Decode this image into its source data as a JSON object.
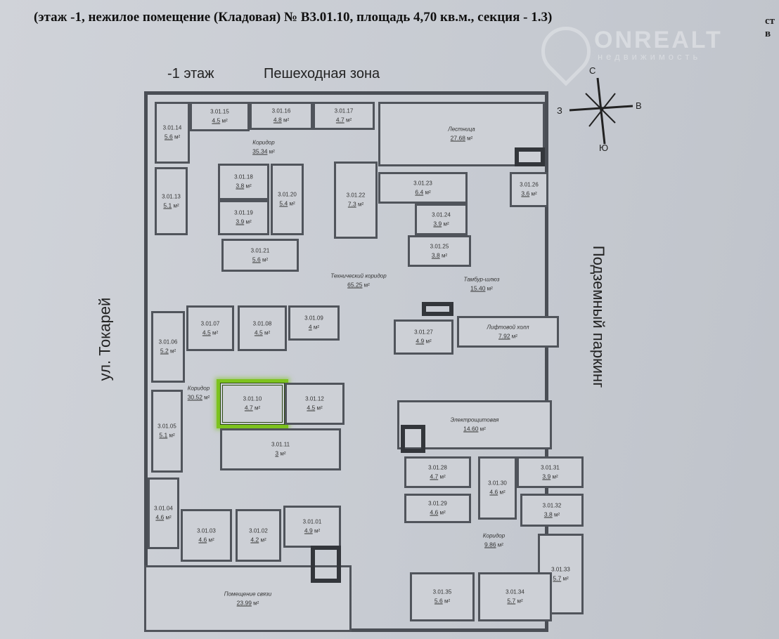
{
  "header": {
    "title": "(этаж -1, нежилое помещение (Кладовая) № В3.01.10, площадь 4,70 кв.м., секция - 1.3)",
    "edge_text": [
      "ст",
      "в"
    ]
  },
  "watermark": {
    "brand": "ONREALT",
    "sub": "недвижимость"
  },
  "labels": {
    "floor": "-1 этаж",
    "north_zone": "Пешеходная зона",
    "west_street": "ул. Токарей",
    "east_zone": "Подземный паркинг"
  },
  "compass": {
    "n": "С",
    "s": "Ю",
    "w": "З",
    "e": "В"
  },
  "unit": "м²",
  "highlight_color": "#7dc31e",
  "rooms": [
    {
      "id": "3.01.14",
      "area": "5.6"
    },
    {
      "id": "3.01.15",
      "area": "4.5"
    },
    {
      "id": "3.01.16",
      "area": "4.8"
    },
    {
      "id": "3.01.17",
      "area": "4.7"
    },
    {
      "name": "Коридор",
      "area": "35.34"
    },
    {
      "id": "3.01.13",
      "area": "5.1"
    },
    {
      "id": "3.01.18",
      "area": "3.8"
    },
    {
      "id": "3.01.19",
      "area": "3.9"
    },
    {
      "id": "3.01.20",
      "area": "5.4"
    },
    {
      "id": "3.01.22",
      "area": "7.3"
    },
    {
      "id": "3.01.21",
      "area": "5.6"
    },
    {
      "name": "Технический коридор",
      "area": "65.25"
    },
    {
      "name": "Лестница",
      "area": "27.68"
    },
    {
      "id": "3.01.23",
      "area": "6.4"
    },
    {
      "id": "3.01.24",
      "area": "3.9"
    },
    {
      "id": "3.01.25",
      "area": "3.8"
    },
    {
      "id": "3.01.26",
      "area": "3.6"
    },
    {
      "name": "Тамбур-шлюз",
      "area": "15.40"
    },
    {
      "id": "3.01.07",
      "area": "4.5"
    },
    {
      "id": "3.01.08",
      "area": "4.5"
    },
    {
      "id": "3.01.09",
      "area": "4"
    },
    {
      "id": "3.01.06",
      "area": "5.2"
    },
    {
      "name": "Коридор",
      "area": "30.52"
    },
    {
      "id": "3.01.10",
      "area": "4.7",
      "highlighted": true
    },
    {
      "id": "3.01.12",
      "area": "4.5"
    },
    {
      "id": "3.01.11",
      "area": "3"
    },
    {
      "id": "3.01.05",
      "area": "5.1"
    },
    {
      "id": "3.01.04",
      "area": "4.6"
    },
    {
      "id": "3.01.03",
      "area": "4.6"
    },
    {
      "id": "3.01.02",
      "area": "4.2"
    },
    {
      "id": "3.01.01",
      "area": "4.9"
    },
    {
      "name": "Помещение связи",
      "area": "23.99"
    },
    {
      "id": "3.01.27",
      "area": "4.9"
    },
    {
      "name": "Лифтовой холл",
      "area": "7.92"
    },
    {
      "name": "Электрощитовая",
      "area": "14.60"
    },
    {
      "id": "3.01.28",
      "area": "4.7"
    },
    {
      "id": "3.01.29",
      "area": "4.6"
    },
    {
      "id": "3.01.30",
      "area": "4.6"
    },
    {
      "id": "3.01.31",
      "area": "3.9"
    },
    {
      "id": "3.01.32",
      "area": "3.8"
    },
    {
      "name": "Коридор",
      "area": "9.86"
    },
    {
      "id": "3.01.33",
      "area": "5.7"
    },
    {
      "id": "3.01.35",
      "area": "5.6"
    },
    {
      "id": "3.01.34",
      "area": "5.7"
    }
  ]
}
